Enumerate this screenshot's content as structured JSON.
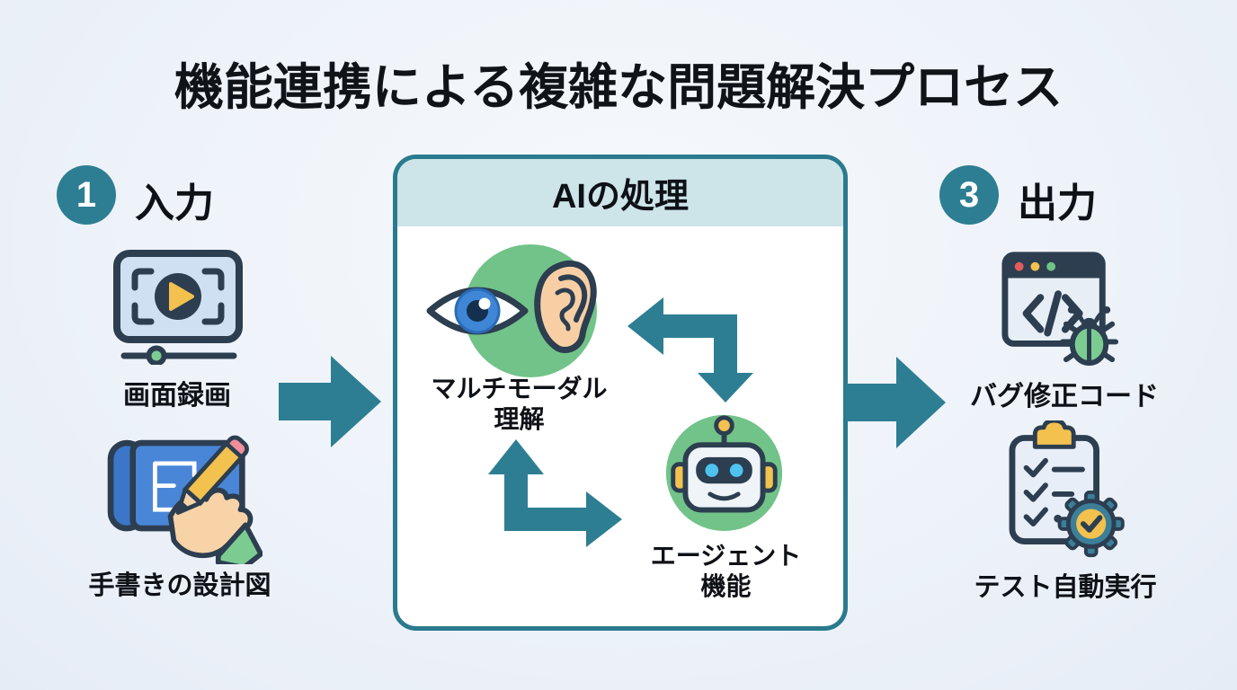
{
  "title": "機能連携による複雑な問題解決プロセス",
  "input": {
    "number": "1",
    "label": "入力",
    "items": [
      {
        "icon": "screen-recording-icon",
        "label": "画面録画"
      },
      {
        "icon": "blueprint-hand-icon",
        "label": "手書きの設計図"
      }
    ]
  },
  "process": {
    "header": "AIの処理",
    "nodes": [
      {
        "icon": "eye-ear-icon",
        "label_line1": "マルチモーダル",
        "label_line2": "理解"
      },
      {
        "icon": "robot-icon",
        "label_line1": "エージェント",
        "label_line2": "機能"
      }
    ]
  },
  "output": {
    "number": "3",
    "label": "出力",
    "items": [
      {
        "icon": "code-bug-icon",
        "label": "バグ修正コード"
      },
      {
        "icon": "clipboard-gear-icon",
        "label": "テスト自動実行"
      }
    ]
  },
  "colors": {
    "accent_teal": "#2e7e93",
    "navy_outline": "#2c3e50",
    "node_green": "#72c389",
    "light_green": "#7ccc92",
    "yellow": "#f2c14e",
    "light_blue_fill": "#cfe0f2",
    "blueprint_blue": "#4a86d8",
    "skin": "#f8d3a8",
    "header_band": "#cde4e9",
    "background": "#edf2f9",
    "red_dot": "#e25c5c"
  }
}
